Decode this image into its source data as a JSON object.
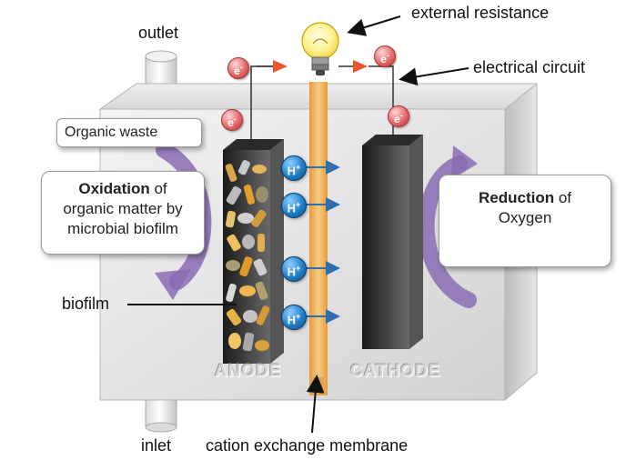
{
  "labels": {
    "outlet": "outlet",
    "inlet": "inlet",
    "external_resistance": "external resistance",
    "electrical_circuit": "electrical circuit",
    "organic_waste": "Organic waste",
    "biofilm": "biofilm",
    "cation_exchange_membrane": "cation exchange membrane",
    "anode": "ANODE",
    "cathode": "CATHODE"
  },
  "oxidation_box": {
    "bold": "Oxidation",
    "line1_rest": " of",
    "line2": "organic matter by",
    "line3": "microbial biofilm"
  },
  "reduction_box": {
    "bold": "Reduction",
    "line1_rest": " of",
    "line2": "Oxygen"
  },
  "particles": {
    "electron": "e",
    "electron_charge": "-",
    "proton": "H",
    "proton_charge": "+"
  },
  "colors": {
    "membrane": "#f0b25a",
    "arrow_purple": "#8a6bb3",
    "electron_red": "#e56a6a",
    "proton_blue": "#1f7fc9",
    "red_arrow": "#e8552f"
  }
}
